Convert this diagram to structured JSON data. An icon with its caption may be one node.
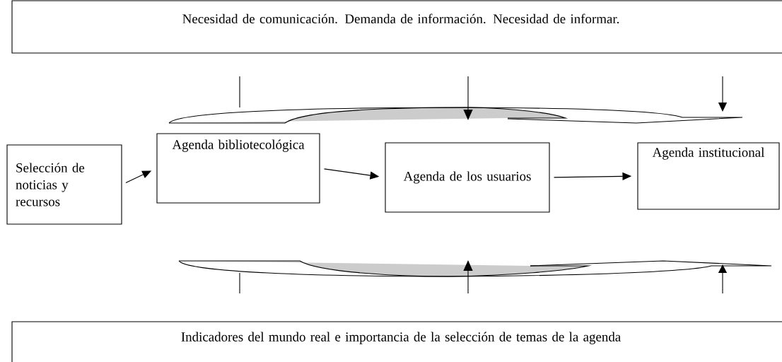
{
  "diagram": {
    "nodes": [
      {
        "text": [
          "Necesidad de comunicación. Demanda de información. Necesidad de informar."
        ]
      },
      {
        "text": [
          "Selección de noticias y recursos"
        ]
      },
      {
        "text": [
          "Agenda bibliotecológica"
        ]
      },
      {
        "text": [
          "Agenda de los usuarios"
        ]
      },
      {
        "text": [
          "Agenda institucional"
        ]
      },
      {
        "text": [
          "Indicadores del mundo real e importancia de la selección de temas de la agenda"
        ]
      }
    ],
    "edges": [
      {
        "from": 1,
        "to": 2,
        "arrow": "to"
      },
      {
        "from": 2,
        "to": 3,
        "arrow": "to"
      },
      {
        "from": 3,
        "to": 4,
        "arrow": "to"
      }
    ]
  }
}
